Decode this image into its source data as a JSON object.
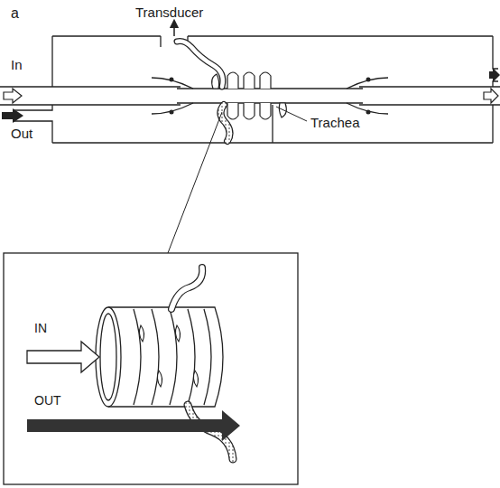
{
  "diagram": {
    "labels": [
      "a",
      "Transducer",
      "In",
      "Out",
      "Trachea",
      "IN",
      "OUT"
    ]
  }
}
